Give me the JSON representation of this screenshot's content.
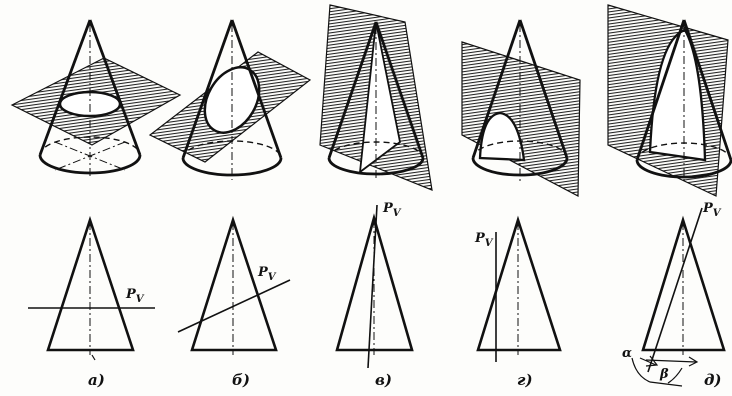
{
  "figure": {
    "panels": [
      {
        "caption": "а)",
        "plane_label": "P",
        "plane_sub": "V"
      },
      {
        "caption": "б)",
        "plane_label": "P",
        "plane_sub": "V"
      },
      {
        "caption": "в)",
        "plane_label": "P",
        "plane_sub": "V"
      },
      {
        "caption": "г)",
        "plane_label": "P",
        "plane_sub": "V"
      },
      {
        "caption": "д)",
        "plane_label": "P",
        "plane_sub": "V",
        "angle_alpha": "α",
        "angle_beta": "β"
      }
    ]
  },
  "colors": {
    "ink": "#111111",
    "paper": "#fdfdfb",
    "hatch": "#222222"
  }
}
